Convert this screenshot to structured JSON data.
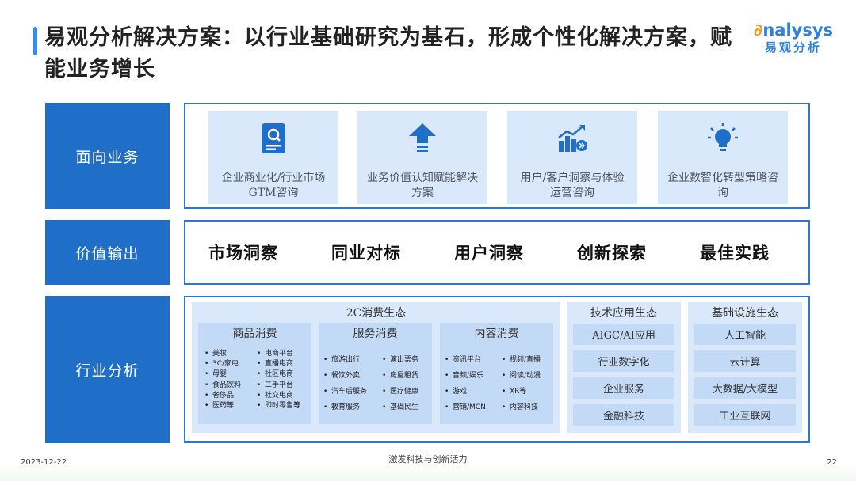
{
  "title": "易观分析解决方案：以行业基础研究为基石，形成个性化解决方案，赋能业务增长",
  "logo": {
    "en_first": "∂",
    "en_rest": "nalysys",
    "cn": "易观分析"
  },
  "rows": {
    "business": {
      "label": "面向业务",
      "cards": [
        {
          "icon": "consulting-document-icon",
          "label": "企业商业化/行业市场GTM咨询"
        },
        {
          "icon": "upload-arrow-icon",
          "label": "业务价值认知赋能解决方案"
        },
        {
          "icon": "growth-chart-icon",
          "label": "用户/客户洞察与体验运营咨询"
        },
        {
          "icon": "lightbulb-icon",
          "label": "企业数智化转型策略咨询"
        }
      ]
    },
    "value": {
      "label": "价值输出",
      "items": [
        "市场洞察",
        "同业对标",
        "用户洞察",
        "创新探索",
        "最佳实践"
      ]
    },
    "industry": {
      "label": "行业分析",
      "consumer": {
        "title": "2C消费生态",
        "columns": [
          {
            "title": "商品消费",
            "left": [
              "美妆",
              "3C/家电",
              "母婴",
              "食品饮料",
              "奢侈品",
              "医药等"
            ],
            "right": [
              "电商平台",
              "直播电商",
              "社区电商",
              "二手平台",
              "社交电商",
              "即时零售等"
            ]
          },
          {
            "title": "服务消费",
            "left": [
              "旅游出行",
              "餐饮外卖",
              "汽车后服务",
              "教育服务"
            ],
            "right": [
              "演出票务",
              "房屋租赁",
              "医疗健康",
              "基础民生"
            ]
          },
          {
            "title": "内容消费",
            "left": [
              "资讯平台",
              "音频/娱乐",
              "游戏",
              "营销/MCN"
            ],
            "right": [
              "视频/直播",
              "阅读/动漫",
              "XR等",
              "内容科技"
            ]
          }
        ]
      },
      "tech": {
        "title": "技术应用生态",
        "items": [
          "AIGC/AI应用",
          "行业数字化",
          "企业服务",
          "金融科技"
        ]
      },
      "infra": {
        "title": "基础设施生态",
        "items": [
          "人工智能",
          "云计算",
          "大数据/大模型",
          "工业互联网"
        ]
      }
    }
  },
  "footer": {
    "date": "2023-12-22",
    "slogan": "激发科技与创新活力",
    "page": "22"
  },
  "colors": {
    "accent": "#1f6fc9",
    "card_bg": "#d9e8fb",
    "tile_bg": "#c3daf7",
    "border": "#2f76d2",
    "logo_orange": "#f0a020"
  }
}
